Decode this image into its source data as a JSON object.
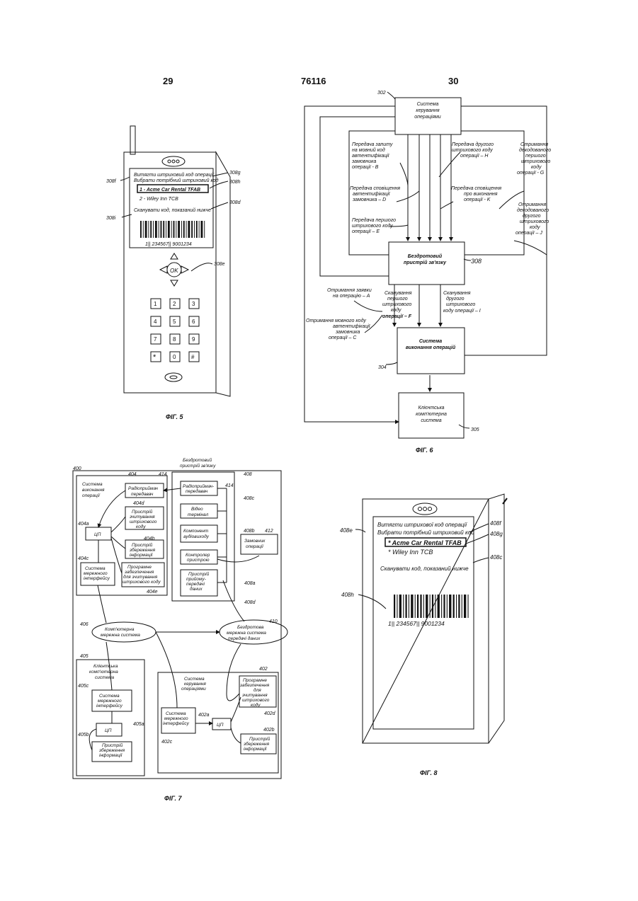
{
  "header": {
    "page_left": "29",
    "patent_number": "76116",
    "page_right": "30"
  },
  "fig5": {
    "caption": "ФІГ. 5",
    "screen": {
      "line1": "Витягти штриховий код операції",
      "line2": "Вибрати потрібний штриховий код",
      "option1": "1 - Acme Car Rental TFAB",
      "option2": "2 - Wiley Inn TCB",
      "scan_prompt": "Сканувати код, показаний нижче",
      "barcode_digits": "1|| 234567|| 9001234"
    },
    "ok_label": "OK",
    "keys": [
      "1",
      "2",
      "3",
      "4",
      "5",
      "6",
      "7",
      "8",
      "9",
      "*",
      "0",
      "#"
    ],
    "refs": {
      "r308f": "308f",
      "r308i": "308і",
      "r308g": "308g",
      "r308h": "308h",
      "r308d": "308d",
      "r308e": "308e"
    }
  },
  "fig6": {
    "caption": "ФІГ. 6",
    "nodes": {
      "mgmt": [
        "Система",
        "керування",
        "операціями"
      ],
      "device": [
        "Бездротовий",
        "пристрій зв'язку"
      ],
      "exec": [
        "Система",
        "виконання операцій"
      ],
      "client": [
        "Клієнтська",
        "комп'ютерна",
        "система"
      ]
    },
    "refs": {
      "r302": "302",
      "r308": "308",
      "r304": "304",
      "r305": "305"
    },
    "labels": {
      "B": [
        "Передача запиту",
        "на мовний код",
        "автентифікації",
        "замовника",
        "операції - B"
      ],
      "H": [
        "Передача другого",
        "штрихового коду",
        "операції – H"
      ],
      "G": [
        "Отримання",
        "декодованого",
        "першого",
        "штрихового",
        "коду",
        "операції - G"
      ],
      "D": [
        "Передача сповіщення",
        "автентифікації",
        "замовника – D"
      ],
      "K": [
        "Передача сповіщення",
        "про виконання",
        "операції - K"
      ],
      "J": [
        "Отримання",
        "декодованого",
        "другого",
        "штрихового",
        "коду",
        "операції – J"
      ],
      "E": [
        "Передача першого",
        "штрихового коду",
        "операції – E"
      ],
      "A": [
        "Отримання заявки",
        "на операцію – A"
      ],
      "F": [
        "Сканування",
        "першого",
        "штрихового",
        "коду",
        "операції – F"
      ],
      "I": [
        "Сканування",
        "другого",
        "штрихового",
        "коду операції – I"
      ],
      "C": [
        "Отримання мовного коду",
        "автентифікації",
        "замовника",
        "операції – C"
      ]
    }
  },
  "fig7": {
    "caption": "ФІГ. 7",
    "exec_system": [
      "Система",
      "виконання",
      "операції"
    ],
    "device_system": [
      "Бездротовий",
      "пристрій зв'язку"
    ],
    "radio": [
      "Радіоприймач",
      "передавач"
    ],
    "scanner": [
      "Пристрій",
      "зчитування",
      "штрихового",
      "коду"
    ],
    "cpu": "ЦП",
    "storage": [
      "Пристрій",
      "збереження",
      "інформації"
    ],
    "net_iface": [
      "Система",
      "мережного",
      "інтерфейсу"
    ],
    "software_scan": [
      "Програмне",
      "забезпечення",
      "для зчитування",
      "штрихового коду"
    ],
    "dev_radio": [
      "Радіоприймач-",
      "передавач"
    ],
    "video": [
      "Відео",
      "термінал"
    ],
    "audio": [
      "Компонент",
      "аудіовиходу"
    ],
    "controller": [
      "Контролер",
      "пристрою"
    ],
    "txrx": [
      "Пристрій",
      "прийому-",
      "передачі",
      "даних"
    ],
    "customer": [
      "Замовник",
      "операції"
    ],
    "network": [
      "Комп'ютерна",
      "мережна система"
    ],
    "wireless_net": [
      "Бездротова",
      "мережна система",
      "передачі даних"
    ],
    "client": [
      "Клієнтська",
      "комп'ютерна",
      "система"
    ],
    "mgmt": [
      "Система",
      "керування",
      "операціями"
    ],
    "mgmt_software": [
      "Програмне",
      "забезпечення",
      "для",
      "зчитування",
      "штрихового",
      "коду"
    ],
    "refs": [
      "400",
      "404",
      "414",
      "404a",
      "404d",
      "404b",
      "404c",
      "404e",
      "408",
      "414",
      "408c",
      "408b",
      "412",
      "408a",
      "408d",
      "406",
      "410",
      "405",
      "405c",
      "405a",
      "405b",
      "402",
      "402d",
      "402a",
      "402c",
      "402b"
    ]
  },
  "fig8": {
    "caption": "ФІГ. 8",
    "screen": {
      "line1": "Витягти штрихової код операції",
      "line2": "Вибрати потрібний штриховий код",
      "option1": "* Acme Car Rental TFAB",
      "option2": "* Wiley Inn TCB",
      "scan_prompt": "Сканувати код, показаний нижче",
      "barcode_digits": "1|| 234567|| 9001234"
    },
    "refs": {
      "r408e": "408e",
      "r408f": "408f",
      "r408g": "408g",
      "r408c": "408c",
      "r408h": "408h"
    }
  }
}
